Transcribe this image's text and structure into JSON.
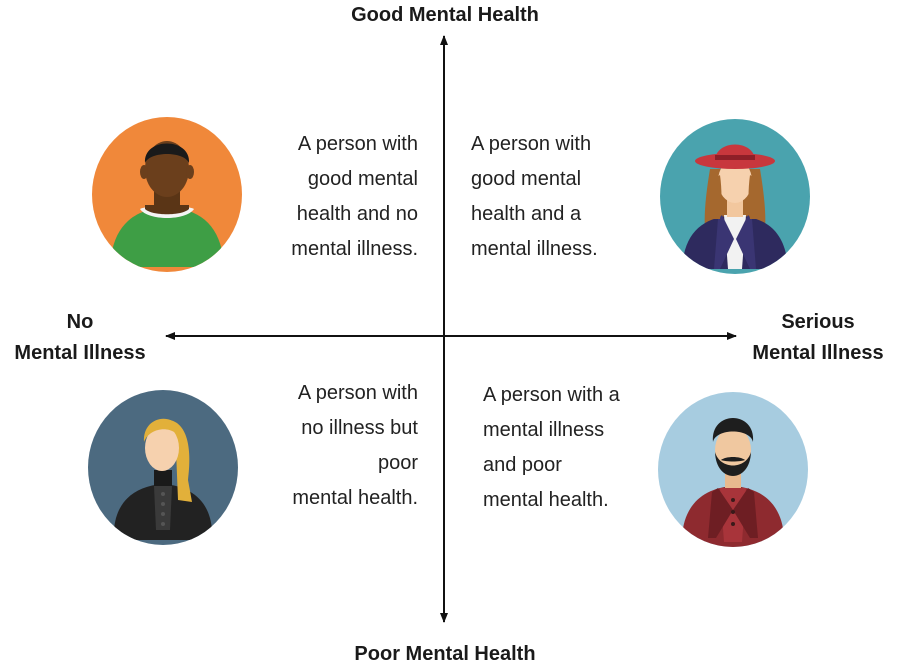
{
  "axes": {
    "top": "Good Mental Health",
    "bottom": "Poor Mental Health",
    "left": [
      "No",
      "Mental Illness"
    ],
    "right": [
      "Serious",
      "Mental Illness"
    ]
  },
  "quadrants": {
    "top_left": {
      "lines": [
        "A person with",
        "good mental",
        "health and no",
        "mental illness."
      ],
      "avatar": "man-green-shirt-icon",
      "avatar_bg": "#F0883A"
    },
    "top_right": {
      "lines": [
        "A person with",
        "good mental",
        "health and a",
        "mental illness."
      ],
      "avatar": "woman-red-hat-icon",
      "avatar_bg": "#4AA3AE"
    },
    "bottom_left": {
      "lines": [
        "A person with",
        "no illness but",
        "poor",
        "mental health."
      ],
      "avatar": "blonde-woman-black-dress-icon",
      "avatar_bg": "#4C6A80"
    },
    "bottom_right": {
      "lines": [
        "A person with a",
        "mental illness",
        "and poor",
        "mental health."
      ],
      "avatar": "bearded-man-red-jacket-icon",
      "avatar_bg": "#A7CCE0"
    }
  }
}
